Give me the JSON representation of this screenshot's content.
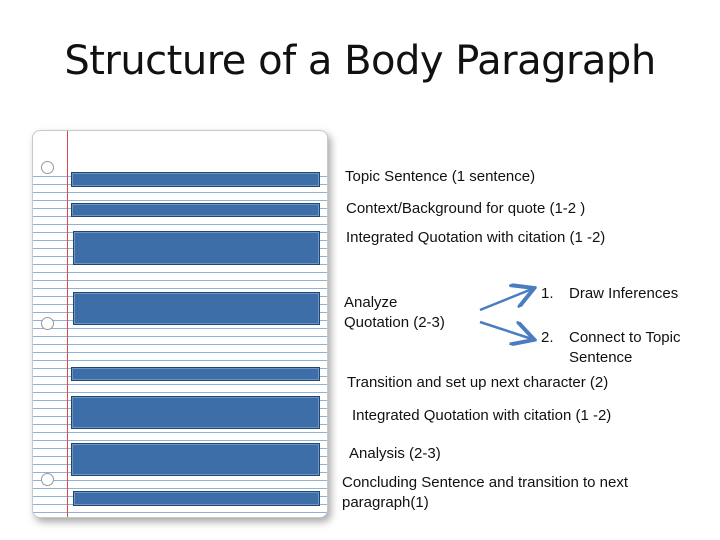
{
  "title": "Structure of a Body Paragraph",
  "labels": {
    "topic": "Topic Sentence (1 sentence)",
    "context": "Context/Background for quote (1-2 )",
    "quote1": "Integrated Quotation with citation (1 -2)",
    "analyze": "Analyze Quotation (2-3)",
    "transition": "Transition and set up next character  (2)",
    "quote2": "Integrated Quotation with citation (1 -2)",
    "analysis": "Analysis (2-3)",
    "concluding": "Concluding Sentence and transition to next paragraph(1)"
  },
  "branches": [
    {
      "num": "1.",
      "text": "Draw Inferences"
    },
    {
      "num": "2.",
      "text": "Connect to Topic Sentence"
    }
  ],
  "colors": {
    "bar": "#3e6ea8",
    "arrow": "#4a7dc0",
    "margin": "#d94a4a",
    "ruling": "#8fb2d9"
  }
}
